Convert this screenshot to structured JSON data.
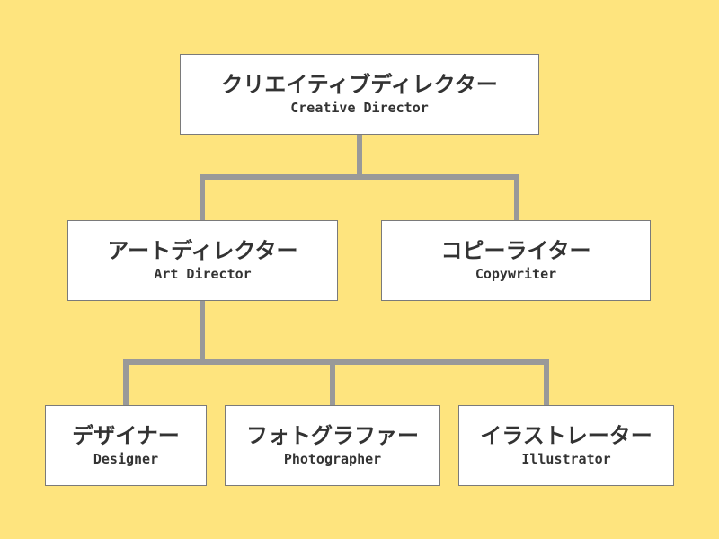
{
  "colors": {
    "background": "#fee47e",
    "box_fill": "#ffffff",
    "box_border": "#7a7a7a",
    "connector": "#999999",
    "text": "#333333"
  },
  "org_chart": {
    "creative_director": {
      "title_jp": "クリエイティブディレクター",
      "title_en": "Creative Director"
    },
    "art_director": {
      "title_jp": "アートディレクター",
      "title_en": "Art Director"
    },
    "copywriter": {
      "title_jp": "コピーライター",
      "title_en": "Copywriter"
    },
    "designer": {
      "title_jp": "デザイナー",
      "title_en": "Designer"
    },
    "photographer": {
      "title_jp": "フォトグラファー",
      "title_en": "Photographer"
    },
    "illustrator": {
      "title_jp": "イラストレーター",
      "title_en": "Illustrator"
    }
  }
}
